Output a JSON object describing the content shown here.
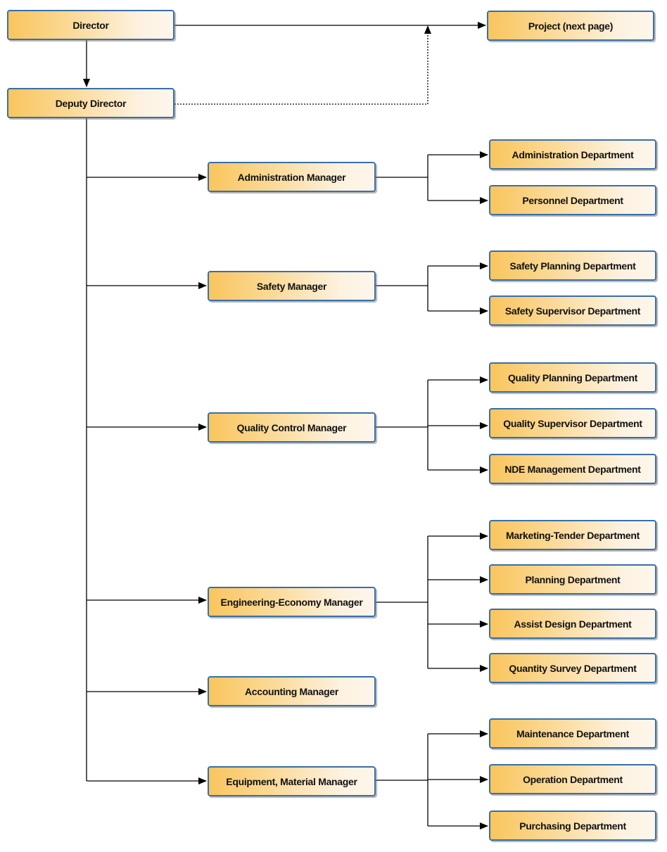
{
  "diagram": {
    "director": "Director",
    "deputy_director": "Deputy Director",
    "project": "Project (next page)",
    "managers": [
      {
        "label": "Administration Manager",
        "departments": [
          "Administration Department",
          "Personnel Department"
        ]
      },
      {
        "label": "Safety Manager",
        "departments": [
          "Safety Planning Department",
          "Safety Supervisor Department"
        ]
      },
      {
        "label": "Quality Control Manager",
        "departments": [
          "Quality Planning Department",
          "Quality Supervisor Department",
          "NDE Management Department"
        ]
      },
      {
        "label": "Engineering-Economy Manager",
        "departments": [
          "Marketing-Tender Department",
          "Planning Department",
          "Assist Design Department",
          "Quantity Survey Department"
        ]
      },
      {
        "label": "Accounting Manager",
        "departments": []
      },
      {
        "label": "Equipment, Material Manager",
        "departments": [
          "Maintenance Department",
          "Operation Department",
          "Purchasing Department"
        ]
      }
    ]
  },
  "colors": {
    "border": "#3a6fa6",
    "fill_start": "#f9c55e",
    "fill_end": "#fef6ec",
    "line": "#000000"
  }
}
